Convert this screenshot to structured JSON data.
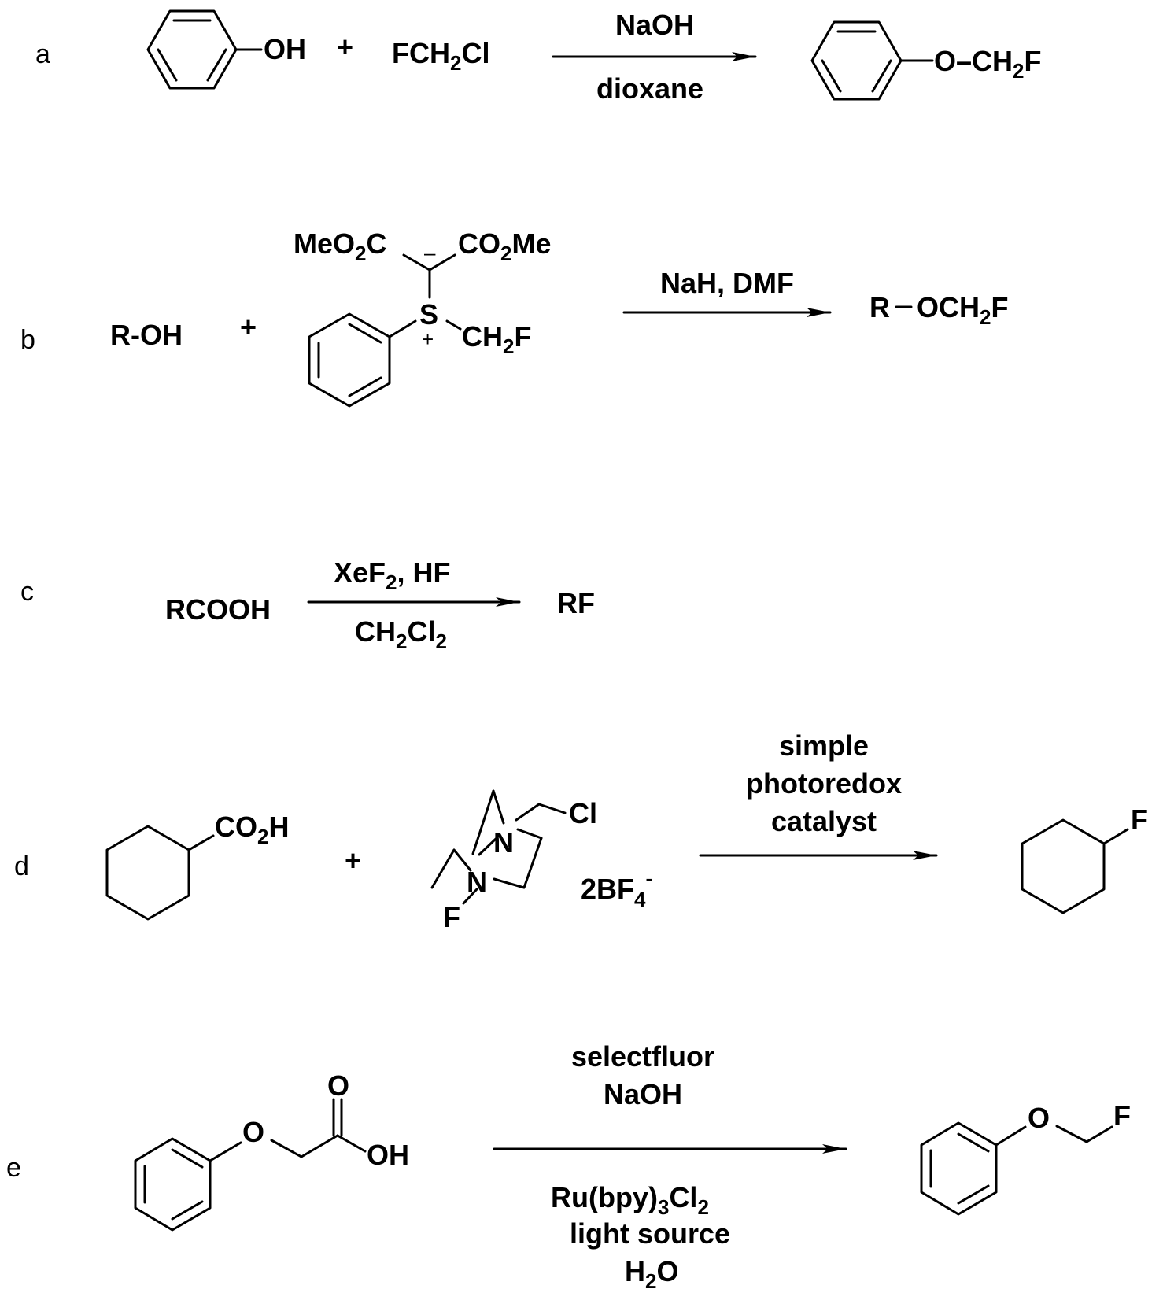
{
  "reactions": {
    "a": {
      "label": "a",
      "reactant1_sub": "OH",
      "plus": "+",
      "reagent": {
        "p1": "FCH",
        "s1": "2",
        "p2": "Cl"
      },
      "above": "NaOH",
      "below": "dioxane",
      "product": {
        "p1": "O–CH",
        "s1": "2",
        "p2": "F"
      }
    },
    "b": {
      "label": "b",
      "reactant1": "R-OH",
      "plus": "+",
      "ester_left": {
        "p1": "MeO",
        "s1": "2",
        "p2": "C"
      },
      "ester_right": {
        "p1": "CO",
        "s1": "2",
        "p2": "Me"
      },
      "anion": "–",
      "sulfur": "S",
      "cation": "+",
      "s_sub": {
        "p1": "CH",
        "s1": "2",
        "p2": "F"
      },
      "above": "NaH, DMF",
      "product": {
        "p1": "R",
        "p2": "OCH",
        "s1": "2",
        "p3": "F"
      }
    },
    "c": {
      "label": "c",
      "reactant1": "RCOOH",
      "above": {
        "p1": "XeF",
        "s1": "2",
        "p2": ", HF"
      },
      "below": {
        "p1": "CH",
        "s1": "2",
        "p2": "Cl",
        "s2": "2"
      },
      "product": "RF"
    },
    "d": {
      "label": "d",
      "reactant1_sub": {
        "p1": "CO",
        "s1": "2",
        "p2": "H"
      },
      "plus": "+",
      "n_top": "N",
      "cl": "Cl",
      "n_bottom": "N",
      "f": "F",
      "counterion": {
        "p1": "2BF",
        "s1": "4",
        "sup": "-"
      },
      "above": [
        "simple",
        "photoredox",
        "catalyst"
      ],
      "product_sub": "F"
    },
    "e": {
      "label": "e",
      "reactant_o_ether": "O",
      "reactant_o_carbonyl": "O",
      "reactant_oh": "OH",
      "above": [
        "selectfluor",
        "NaOH"
      ],
      "below": {
        "line1": {
          "p1": "Ru(bpy)",
          "s1": "3",
          "p2": "Cl",
          "s2": "2"
        },
        "line2": "light source",
        "line3": {
          "p1": "H",
          "s1": "2",
          "p2": "O"
        }
      },
      "product_o": "O",
      "product_f": "F"
    }
  }
}
